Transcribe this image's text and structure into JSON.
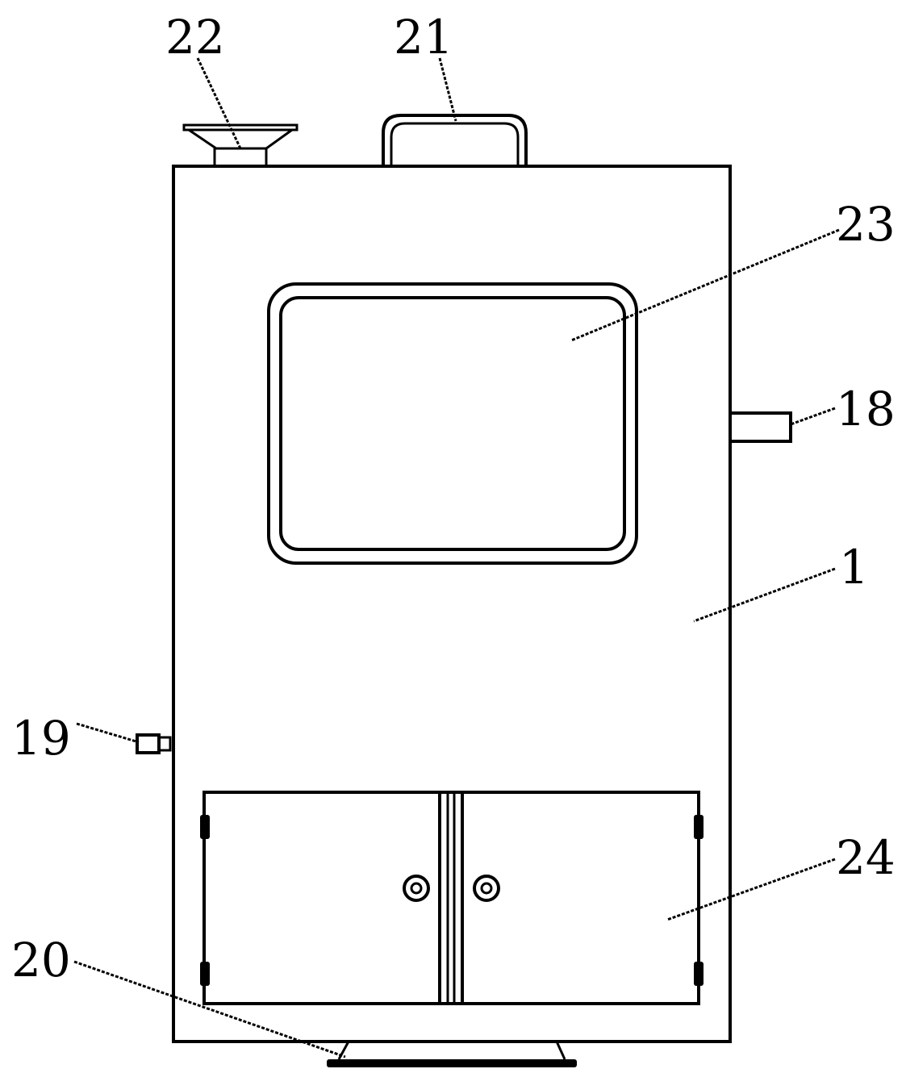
{
  "labels": {
    "handle": "21",
    "funnel": "22",
    "window": "23",
    "side_pipe": "18",
    "cabinet_body": "1",
    "valve": "19",
    "door_panel": "24",
    "base": "20"
  }
}
